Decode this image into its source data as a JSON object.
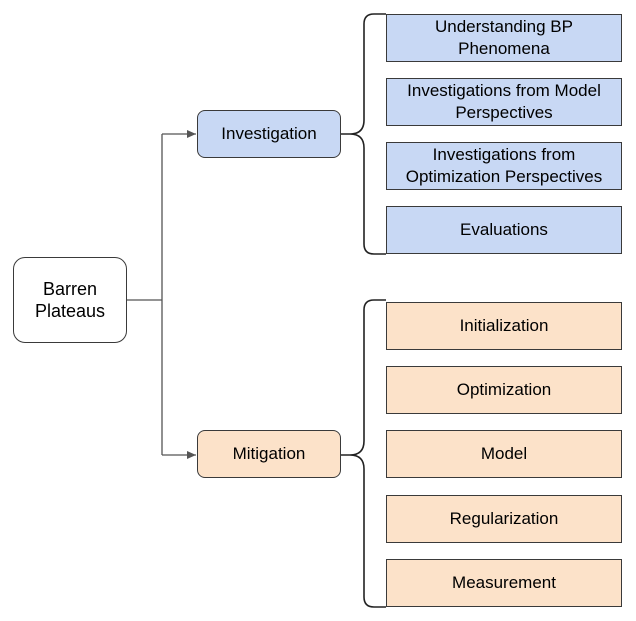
{
  "root": {
    "label_line1": "Barren",
    "label_line2": "Plateaus"
  },
  "investigation": {
    "label": "Investigation",
    "color": "#c8d8f4",
    "items": [
      {
        "line1": "Understanding BP",
        "line2": "Phenomena"
      },
      {
        "line1": "Investigations from Model",
        "line2": "Perspectives"
      },
      {
        "line1": "Investigations from",
        "line2": "Optimization Perspectives"
      },
      {
        "line1": "Evaluations",
        "line2": ""
      }
    ]
  },
  "mitigation": {
    "label": "Mitigation",
    "color": "#fce2c9",
    "items": [
      {
        "line1": "Initialization",
        "line2": ""
      },
      {
        "line1": "Optimization",
        "line2": ""
      },
      {
        "line1": "Model",
        "line2": ""
      },
      {
        "line1": "Regularization",
        "line2": ""
      },
      {
        "line1": "Measurement",
        "line2": ""
      }
    ]
  }
}
